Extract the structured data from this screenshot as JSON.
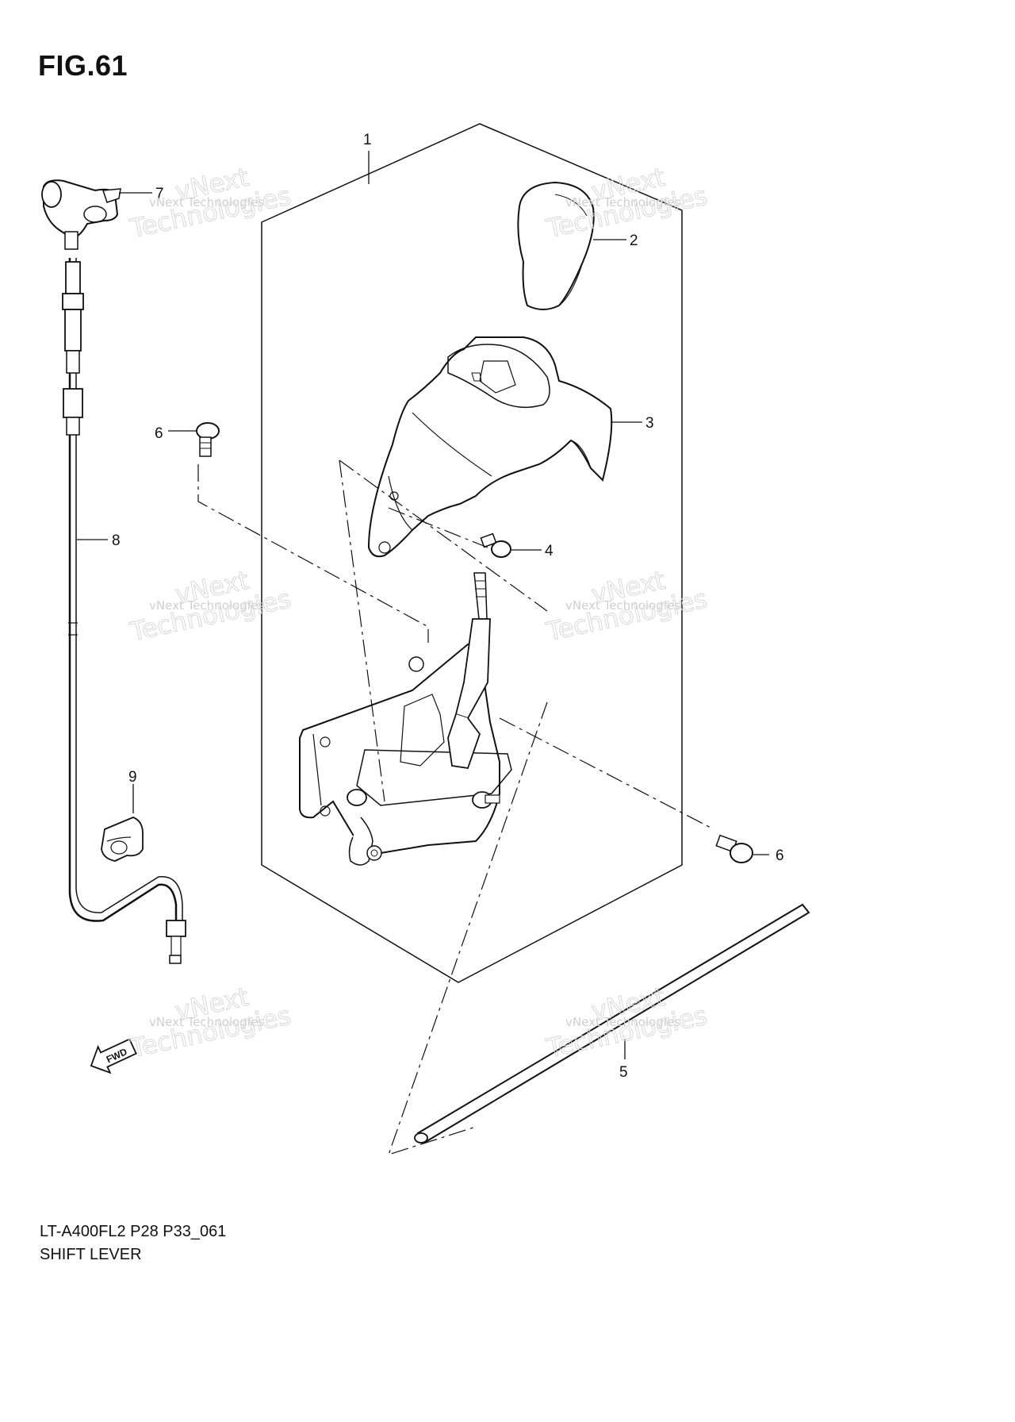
{
  "figure": {
    "title": "FIG.61",
    "model_code": "LT-A400FL2 P28 P33_061",
    "name": "SHIFT LEVER"
  },
  "callouts": [
    "1",
    "2",
    "3",
    "4",
    "5",
    "6",
    "6",
    "7",
    "8",
    "9"
  ],
  "watermark": {
    "line1": "vNext Technologies",
    "line2": "vNext",
    "line3": "Technologies"
  },
  "fwd_label": "FWD",
  "colors": {
    "ink": "#111111",
    "watermark": "#cfcfcf"
  }
}
